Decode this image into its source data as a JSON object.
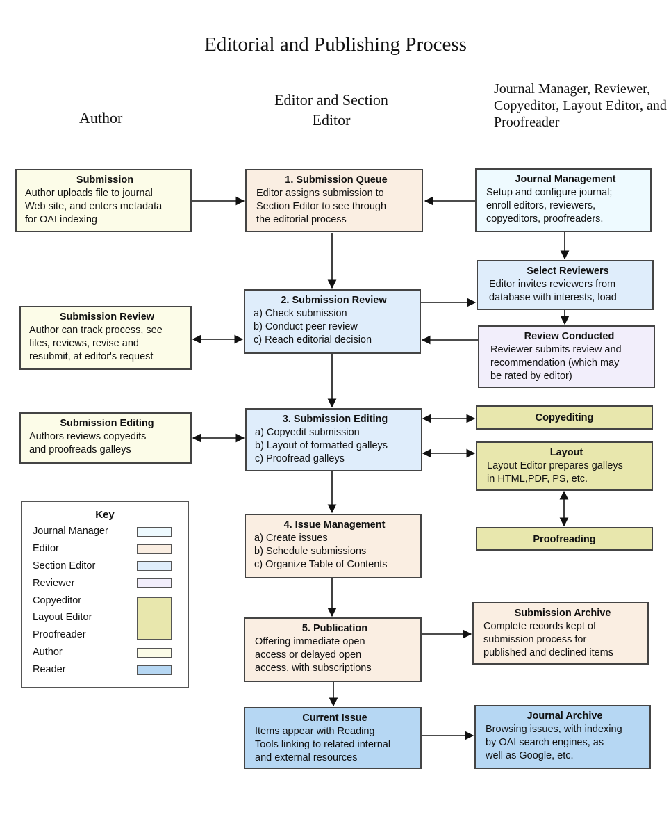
{
  "title": "Editorial and Publishing Process",
  "columns": {
    "author": "Author",
    "editor": [
      "Editor and",
      "Section Editor"
    ],
    "others": [
      "Journal Manager,",
      "Reviewer, Copyeditor,",
      "Layout Editor, and",
      "Proofreader"
    ]
  },
  "boxes": {
    "submission": {
      "title": "Submission",
      "lines": [
        "Author uploads file to journal",
        "Web site, and enters metadata",
        "for OAI indexing"
      ]
    },
    "submission_queue": {
      "title": "1. Submission Queue",
      "lines": [
        "Editor assigns submission to",
        "Section Editor to see through",
        "the editorial process"
      ]
    },
    "journal_management": {
      "title": "Journal Management",
      "lines": [
        "Setup and configure journal;",
        "enroll editors, reviewers,",
        "copyeditors, proofreaders."
      ]
    },
    "select_reviewers": {
      "title": "Select Reviewers",
      "lines": [
        "Editor invites reviewers from",
        "database with interests, load"
      ]
    },
    "submission_review_author": {
      "title": "Submission Review",
      "lines": [
        "Author can track process, see",
        "files, reviews, revise and",
        "resubmit, at editor's request"
      ]
    },
    "submission_review": {
      "title": "2. Submission Review",
      "lines": [
        "a) Check submission",
        "b) Conduct peer review",
        "c) Reach editorial decision"
      ]
    },
    "review_conducted": {
      "title": "Review Conducted",
      "lines": [
        "Reviewer submits review and",
        "recommendation (which may",
        "be rated by editor)"
      ]
    },
    "submission_editing_author": {
      "title": "Submission Editing",
      "lines": [
        "Authors reviews copyedits",
        "and proofreads galleys"
      ]
    },
    "submission_editing": {
      "title": "3. Submission Editing",
      "lines": [
        "a) Copyedit submission",
        "b) Layout of formatted galleys",
        "c) Proofread galleys"
      ]
    },
    "copyediting": {
      "title": "Copyediting",
      "lines": []
    },
    "layout": {
      "title": "Layout",
      "lines": [
        "Layout Editor prepares galleys",
        "in HTML,PDF, PS, etc."
      ]
    },
    "proofreading": {
      "title": "Proofreading",
      "lines": []
    },
    "issue_management": {
      "title": "4. Issue Management",
      "lines": [
        "a) Create issues",
        "b) Schedule submissions",
        "c) Organize Table of Contents"
      ]
    },
    "publication": {
      "title": "5. Publication",
      "lines": [
        "Offering immediate open",
        "access or delayed open",
        "access, with subscriptions"
      ]
    },
    "submission_archive": {
      "title": "Submission Archive",
      "lines": [
        "Complete records kept of",
        "submission process for",
        "published and declined items"
      ]
    },
    "current_issue": {
      "title": "Current Issue",
      "lines": [
        "Items appear with Reading",
        "Tools linking to related internal",
        "and external resources"
      ]
    },
    "journal_archive": {
      "title": "Journal Archive",
      "lines": [
        "Browsing issues, with indexing",
        "by OAI search engines, as",
        "well as Google, etc."
      ]
    }
  },
  "key": {
    "title": "Key",
    "items": [
      {
        "label": "Journal Manager",
        "color": "#eefaff"
      },
      {
        "label": "Editor",
        "color": "#faeee2"
      },
      {
        "label": "Section Editor",
        "color": "#dfedfb"
      },
      {
        "label": "Reviewer",
        "color": "#f2eefb"
      },
      {
        "label": "Copyeditor",
        "color": "#e8e7ad"
      },
      {
        "label": "Layout Editor",
        "color": "#e8e7ad"
      },
      {
        "label": "Proofreader",
        "color": "#e8e7ad"
      },
      {
        "label": "Author",
        "color": "#fcfce8"
      },
      {
        "label": "Reader",
        "color": "#b6d7f3"
      }
    ]
  }
}
